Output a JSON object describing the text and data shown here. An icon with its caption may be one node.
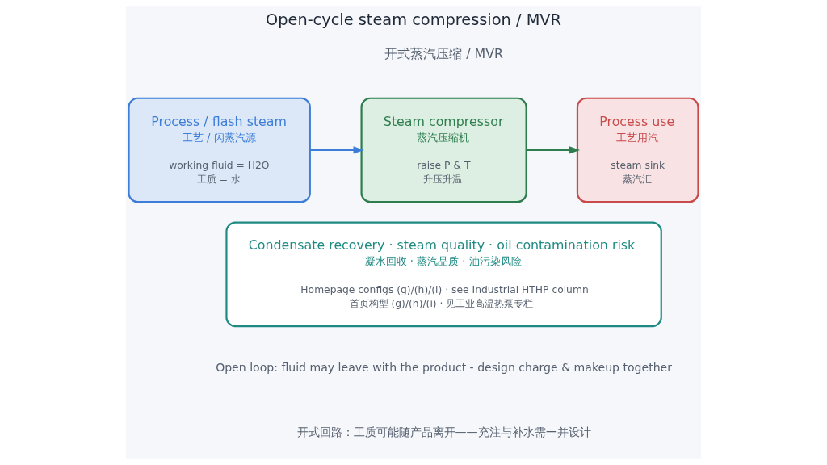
{
  "diagram": {
    "title": "Open-cycle steam compression / MVR",
    "nodes": [
      {
        "text": [
          "Process / flash steam",
          "工艺 / 闪蒸汽源",
          "working fluid = H2O",
          "工质 = 水"
        ]
      },
      {
        "text": [
          "Steam compressor",
          "蒸汽压缩机",
          "raise P & T",
          "升压升温"
        ]
      },
      {
        "text": [
          "Process use",
          "工艺用汽",
          "steam sink",
          "蒸汽汇"
        ]
      },
      {
        "text": [
          "Condensate recovery · steam quality · oil contamination risk",
          "凝水回收 · 蒸汽品质 · 油污染风险",
          "Homepage configs (g)/(h)/(i) · see Industrial HTHP column",
          "首页构型 (g)/(h)/(i) · 见工业高温热泵专栏"
        ]
      }
    ],
    "edges": [
      {
        "from": 0,
        "to": 1,
        "arrow": "to",
        "color": "#3b7dd8"
      },
      {
        "from": 1,
        "to": 2,
        "arrow": "to",
        "color": "#2e7d4f"
      }
    ],
    "labels": [
      "开式蒸汽压缩 / MVR",
      "Open loop: fluid may leave with the product - design charge & makeup together",
      "开式回路：工质可能随产品离开——充注与补水需一并设计"
    ]
  }
}
